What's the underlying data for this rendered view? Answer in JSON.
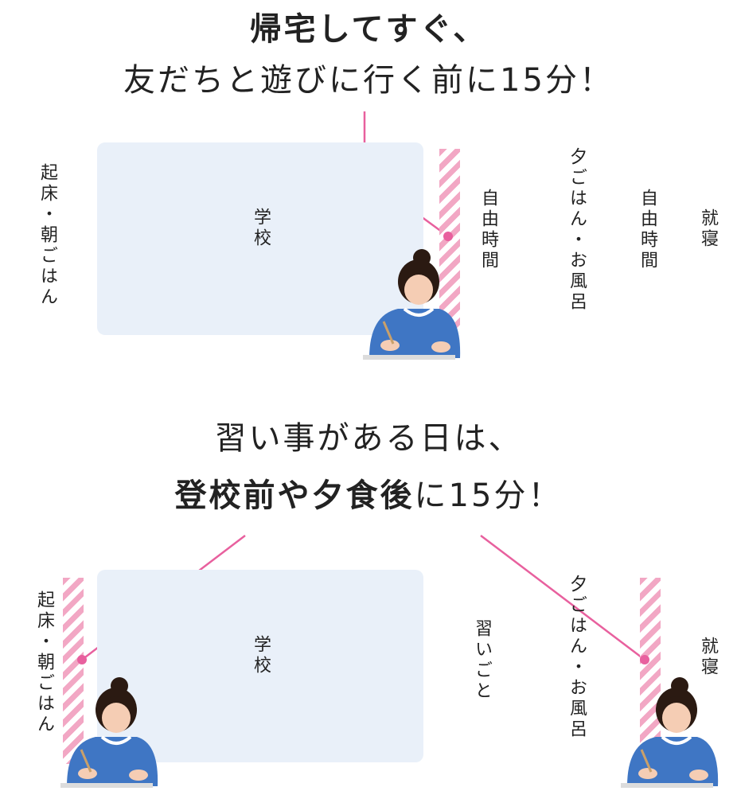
{
  "colors": {
    "accent_pink": "#e8609e",
    "stripe_pink": "#f2a7c4",
    "school_box": "#e9f0f9",
    "text": "#222222"
  },
  "section1": {
    "heading_line1": "帰宅してすぐ、",
    "heading_line2": "友だちと遊びに行く前に15分！",
    "timeline": {
      "wake": "起床・朝ごはん",
      "school": "学校",
      "free_time_1": "自由時間",
      "dinner": "夕ごはん・お風呂",
      "free_time_2": "自由時間",
      "sleep": "就寝"
    },
    "illustration_icon": "studying-girl-icon"
  },
  "section2": {
    "heading_line1": "習い事がある日は、",
    "heading_line2_bold": "登校前や夕食後",
    "heading_line2_rest": "に15分！",
    "timeline": {
      "wake": "起床・朝ごはん",
      "school": "学校",
      "lessons": "習いごと",
      "dinner": "夕ごはん・お風呂",
      "sleep": "就寝"
    },
    "illustration_icon": "studying-girl-icon"
  }
}
